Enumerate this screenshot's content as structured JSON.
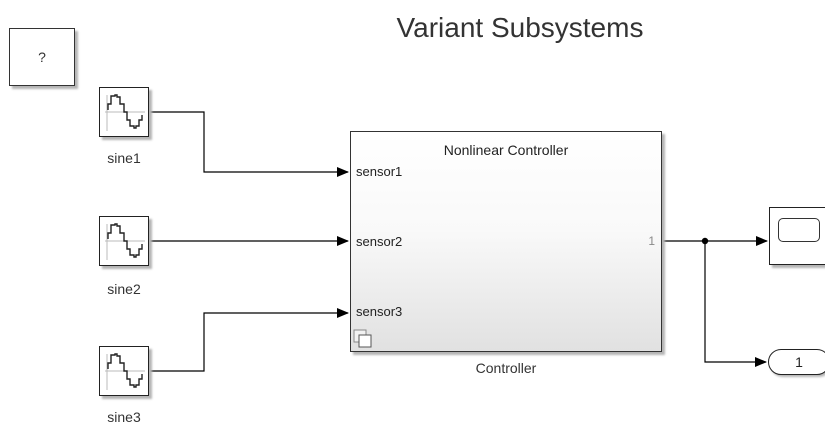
{
  "title": "Variant Subsystems",
  "help_block": {
    "label": "?"
  },
  "sources": [
    {
      "label": "sine1",
      "icon": "sine-wave-icon"
    },
    {
      "label": "sine2",
      "icon": "sine-wave-icon"
    },
    {
      "label": "sine3",
      "icon": "sine-wave-icon"
    }
  ],
  "controller": {
    "title": "Nonlinear Controller",
    "name": "Controller",
    "inputs": [
      "sensor1",
      "sensor2",
      "sensor3"
    ],
    "output": "1",
    "icon": "variant-subsystem-icon"
  },
  "scope": {
    "icon": "scope-icon"
  },
  "outport": {
    "label": "1"
  },
  "colors": {
    "line": "#000000",
    "block_border": "#222222",
    "shadow": "#b5b5b5"
  }
}
